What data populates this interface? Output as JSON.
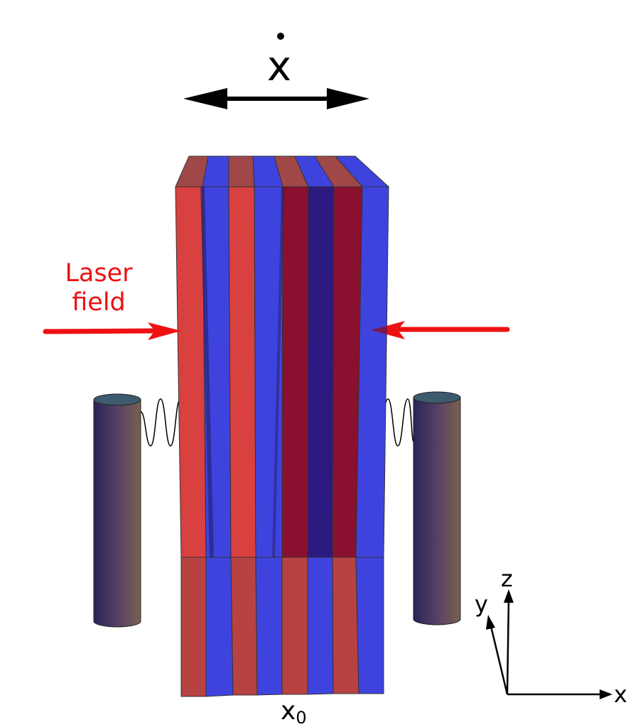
{
  "velocity_label": "x",
  "laser_label": {
    "line1": "Laser",
    "line2": "field"
  },
  "position_label": {
    "base": "x",
    "subscript": "0"
  },
  "axes": {
    "x": "x",
    "y": "y",
    "z": "z"
  },
  "colors": {
    "red_stripe": "#d94040",
    "blue_stripe": "#3f43de",
    "dark_red": "#8a1030",
    "dark_blue": "#2c1a80",
    "laser_arrow": "#ee1111",
    "laser_text": "#ee1111",
    "cylinder_dark": "#2e2660",
    "cylinder_light": "#7a5e4e"
  }
}
